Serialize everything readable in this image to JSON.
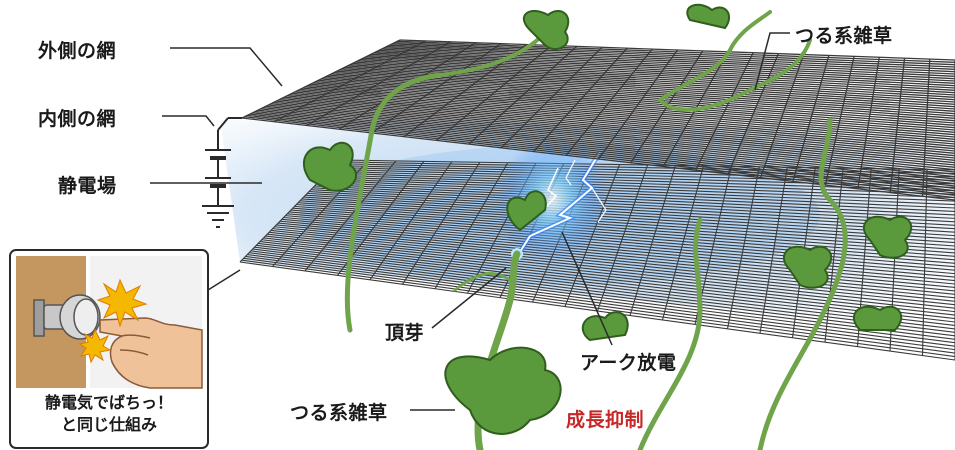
{
  "labels": {
    "outer_net": "外側の網",
    "inner_net": "内側の網",
    "electrostatic_field": "静電場",
    "vine_weed_top": "つる系雑草",
    "apical_bud": "頂芽",
    "arc_discharge": "アーク放電",
    "vine_weed_bottom": "つる系雑草",
    "growth_suppression": "成長抑制"
  },
  "inset": {
    "caption_line1": "静電気でばちっ！",
    "caption_line2": "と同じ仕組み"
  },
  "colors": {
    "wire": "#3a3a3a",
    "field": "#9cc3ea",
    "leaf": "#5a9a3c",
    "leaf_dark": "#2f5e1e",
    "stem": "#6fa44a",
    "spark": "#2f7dff",
    "accent_red": "#c62828",
    "door": "#c49660",
    "skin": "#f0c29a",
    "knob": "#b9b9b9"
  },
  "icons": [
    "battery-symbol-icon",
    "ground-symbol-icon",
    "spark-burst-icon",
    "hand-icon",
    "door-knob-icon"
  ]
}
